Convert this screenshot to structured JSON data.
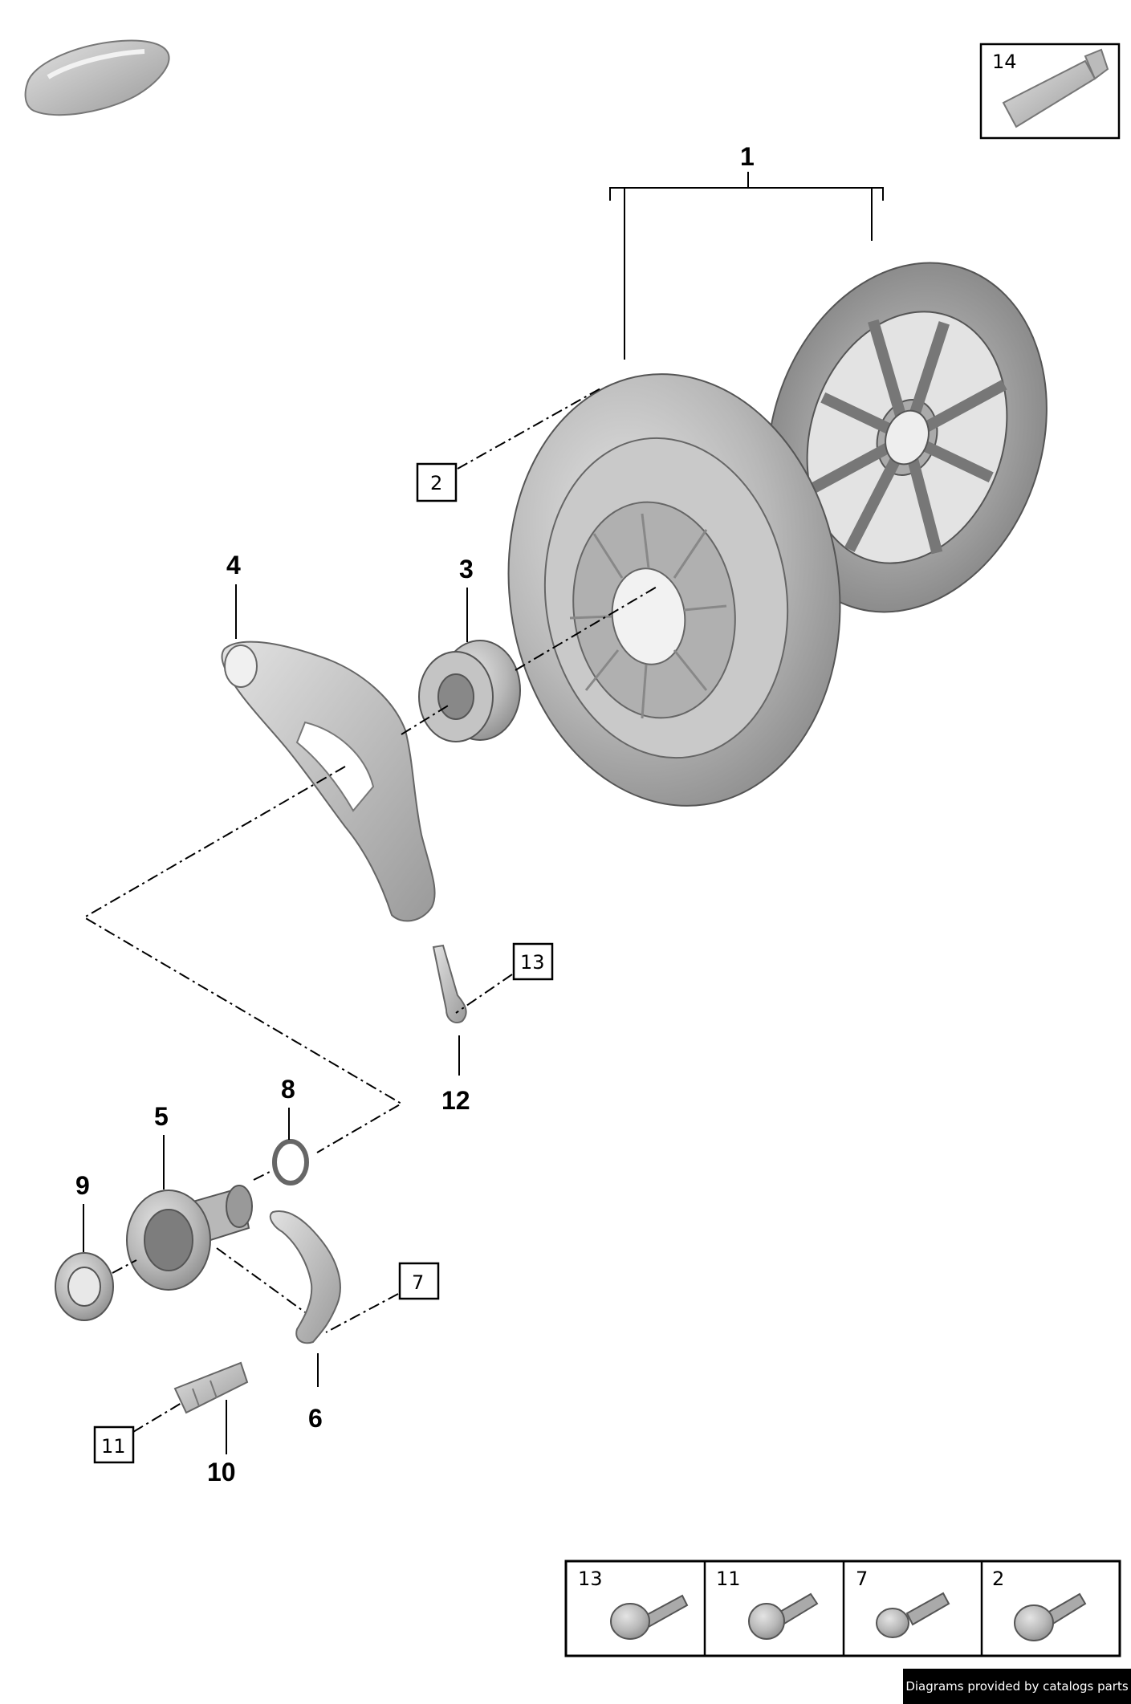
{
  "callouts": {
    "c1": "1",
    "c3": "3",
    "c4": "4",
    "c5": "5",
    "c6": "6",
    "c8": "8",
    "c9": "9",
    "c10": "10",
    "c12": "12"
  },
  "boxed": {
    "b2": "2",
    "b7": "7",
    "b11": "11",
    "b13": "13",
    "b14": "14"
  },
  "fastener_table": [
    "13",
    "11",
    "7",
    "2"
  ],
  "watermark": "Diagrams provided by catalogs parts"
}
